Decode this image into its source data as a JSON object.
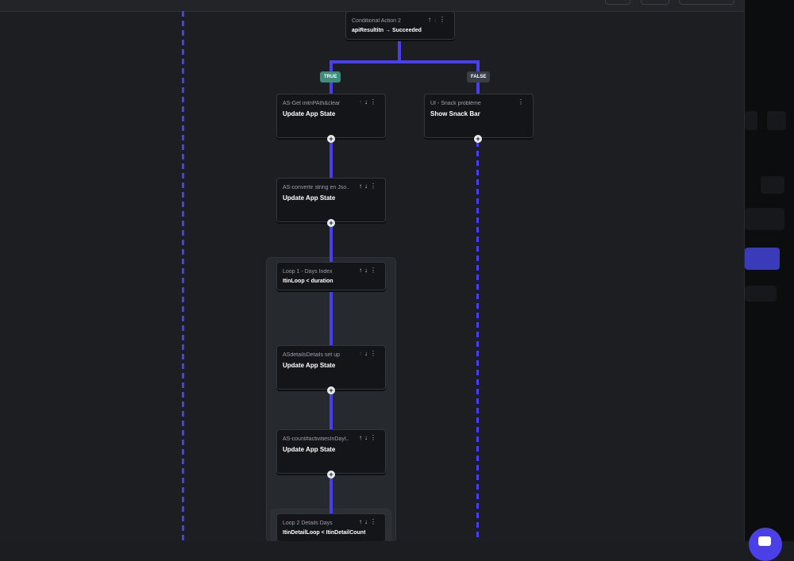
{
  "conditional": {
    "label": "Conditional Action 2",
    "condition": "apiResultitn → Succeeded"
  },
  "branches": {
    "true_label": "TRUE",
    "false_label": "FALSE"
  },
  "nodes": [
    {
      "label": "AS-Get initnPAth&clear",
      "title": "Update App State"
    },
    {
      "label": "UI - Snack problème",
      "title": "Show Snack Bar"
    },
    {
      "label": "AS-convertir string en Jso...",
      "title": "Update App State"
    },
    {
      "label": "Loop 1 - Days Index",
      "title": "ItinLoop < duration"
    },
    {
      "label": "ASdetailsDetails set up",
      "title": "Update App State"
    },
    {
      "label": "AS-count#activitiesInDayI...",
      "title": "Update App State"
    },
    {
      "label": "Loop 2 Details Days",
      "title": "ItinDetailLoop < ItinDetailCount"
    }
  ],
  "icons": {
    "up": "↑",
    "down": "↓",
    "more": "⋮",
    "plus": "+"
  },
  "colors": {
    "connector": "#4a3ff0",
    "true_badge": "#3e8c7c",
    "false_badge": "#3a3e45"
  }
}
